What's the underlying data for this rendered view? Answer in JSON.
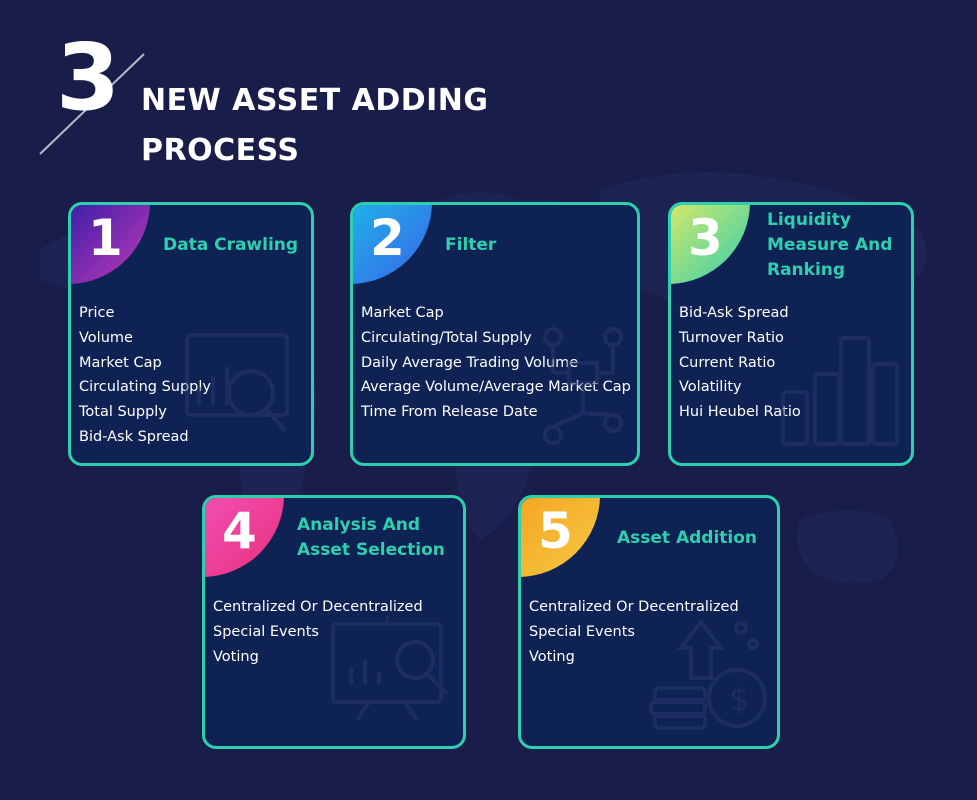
{
  "header": {
    "number": "3",
    "title_line1": "NEW ASSET ADDING",
    "title_line2": "PROCESS"
  },
  "colors": {
    "background": "#191d49",
    "card": "#0f2254",
    "accent": "#2ecfae"
  },
  "cards": [
    {
      "number": "1",
      "title_lines": [
        "Data Crawling"
      ],
      "items": [
        "Price",
        "Volume",
        "Market Cap",
        "Circulating Supply",
        "Total Supply",
        "Bid-Ask Spread"
      ],
      "badge_gradient": [
        "#3b1ea8",
        "#c23ab8"
      ],
      "icon": "magnifier-chart-icon"
    },
    {
      "number": "2",
      "title_lines": [
        "Filter"
      ],
      "items": [
        "Market Cap",
        "Circulating/Total Supply",
        "Daily Average Trading Volume",
        "Average Volume/Average Market Cap",
        "Time From Release Date"
      ],
      "badge_gradient": [
        "#1fb3e8",
        "#3a62e8"
      ],
      "icon": "flowchart-icon"
    },
    {
      "number": "3",
      "title_lines": [
        "Liquidity",
        "Measure And",
        "Ranking"
      ],
      "items": [
        "Bid-Ask Spread",
        "Turnover Ratio",
        "Current Ratio",
        "Volatility",
        "Hui Heubel Ratio"
      ],
      "badge_gradient": [
        "#d8e86a",
        "#2ecfae"
      ],
      "icon": "bar-chart-icon"
    },
    {
      "number": "4",
      "title_lines": [
        "Analysis And",
        "Asset Selection"
      ],
      "items": [
        "Centralized Or Decentralized",
        "Special Events",
        "Voting"
      ],
      "badge_gradient": [
        "#f24fb5",
        "#e8307a"
      ],
      "icon": "presentation-analysis-icon"
    },
    {
      "number": "5",
      "title_lines": [
        "Asset Addition"
      ],
      "items": [
        "Centralized Or Decentralized",
        "Special Events",
        "Voting"
      ],
      "badge_gradient": [
        "#f5a623",
        "#f5c842"
      ],
      "icon": "coins-growth-icon"
    }
  ]
}
